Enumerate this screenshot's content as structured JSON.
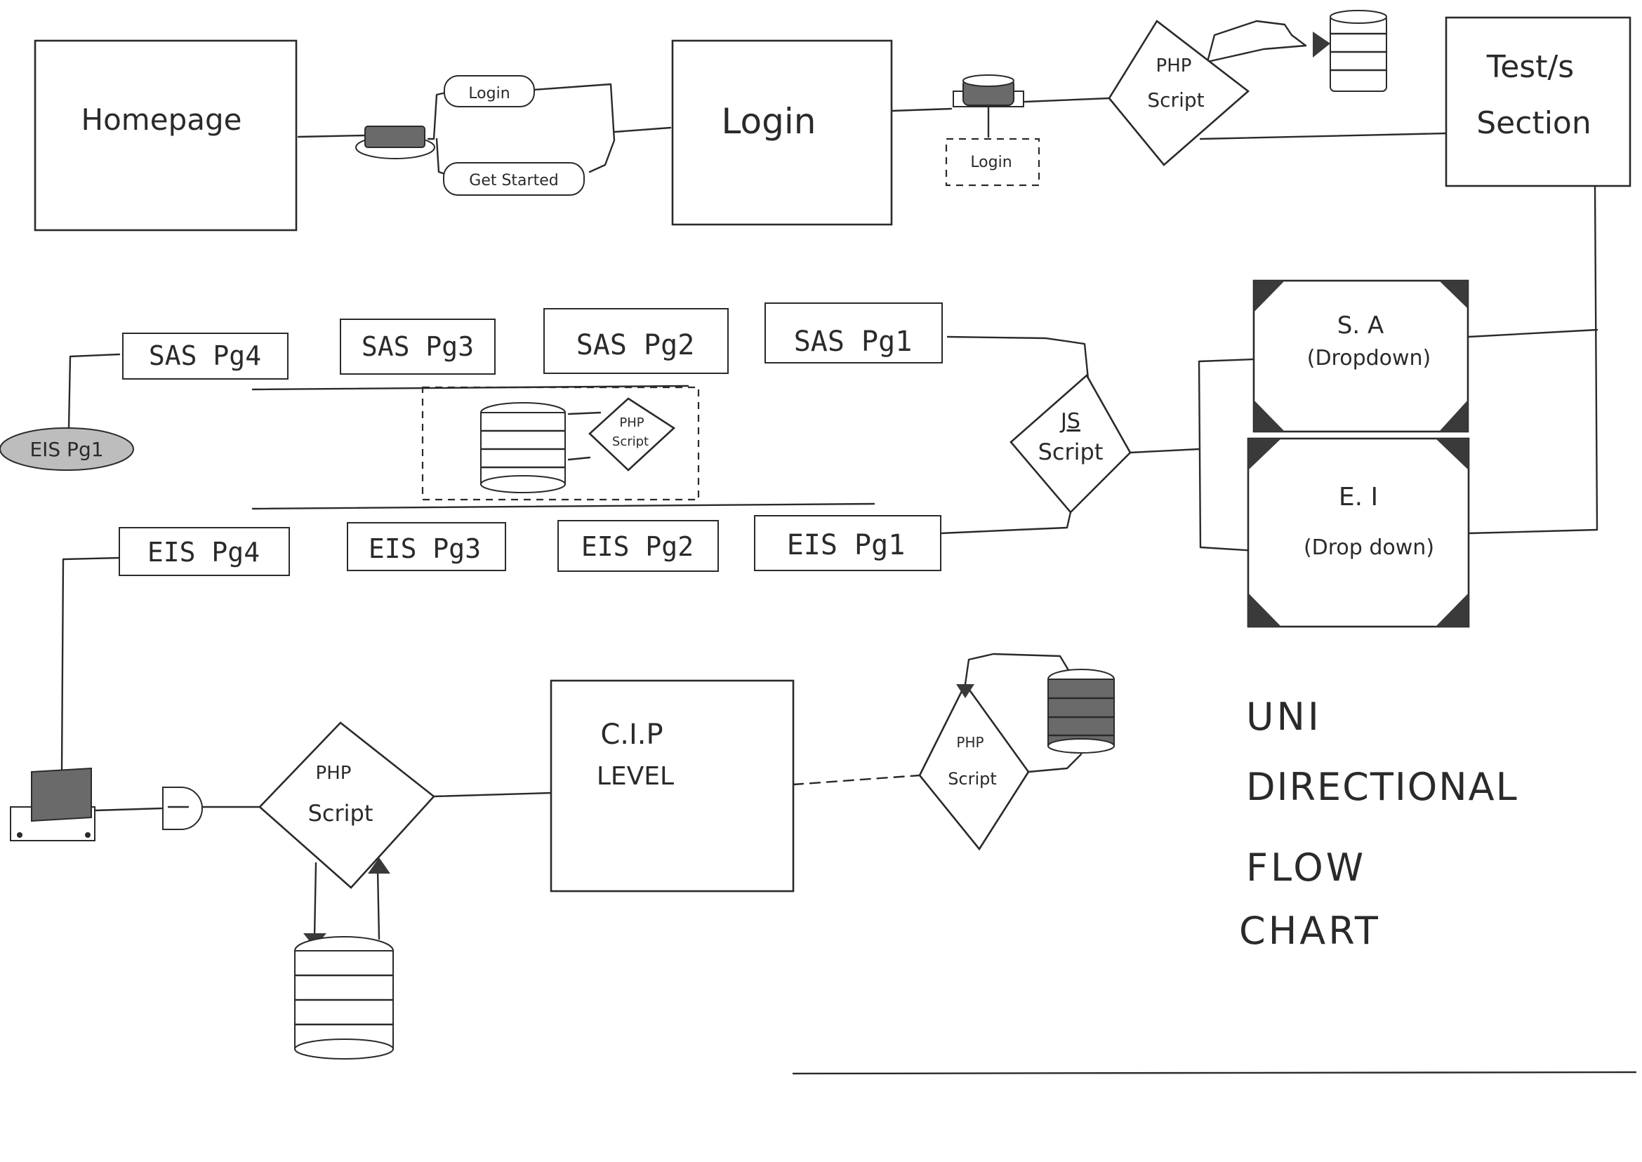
{
  "diagram": {
    "homepage": "Homepage",
    "login_page": "Login",
    "buttons": {
      "login": "Login",
      "get_started": "Get Started",
      "login_dashed": "Login"
    },
    "php_script_top": [
      "PHP",
      "Script"
    ],
    "tests_section": [
      "Test/s",
      "Section"
    ],
    "sa_dropdown": [
      "S. A",
      "(Dropdown)"
    ],
    "ei_dropdown": [
      "E. I",
      "(Drop down)"
    ],
    "js_script": [
      "JS",
      "Script"
    ],
    "sas_pages": [
      "SAS Pg4",
      "SAS Pg3",
      "SAS Pg2",
      "SAS Pg1"
    ],
    "eis_pages": [
      "EIS Pg4",
      "EIS Pg3",
      "EIS Pg2",
      "EIS Pg1"
    ],
    "eis_pg1_oval": "EIS Pg1",
    "php_script_middle": [
      "PHP",
      "Script"
    ],
    "php_script_bottom": [
      "PHP",
      "Script"
    ],
    "cip_level": [
      "C.I.P",
      "LEVEL"
    ],
    "php_script_right": [
      "PHP",
      "Script"
    ],
    "legend": [
      "UNI",
      "DIRECTIONAL",
      "FLOW",
      "CHART"
    ]
  }
}
